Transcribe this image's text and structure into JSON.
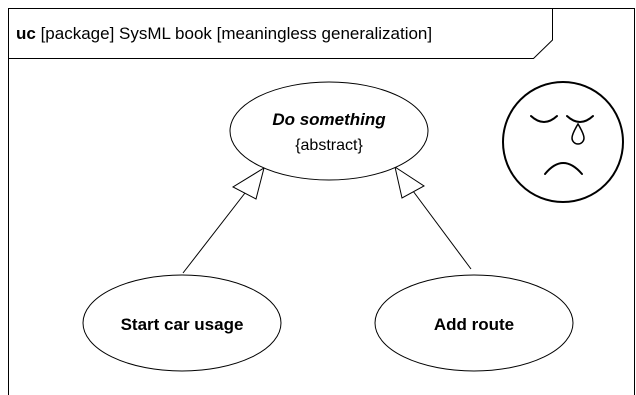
{
  "frame": {
    "kind_keyword": "uc",
    "title_rest": " [package] SysML book [meaningless generalization]"
  },
  "use_cases": {
    "general": {
      "name": "Do something",
      "property": "{abstract}"
    },
    "left": {
      "name": "Start car usage"
    },
    "right": {
      "name": "Add route"
    }
  },
  "icons": {
    "sad_face": "crying-face-icon"
  }
}
